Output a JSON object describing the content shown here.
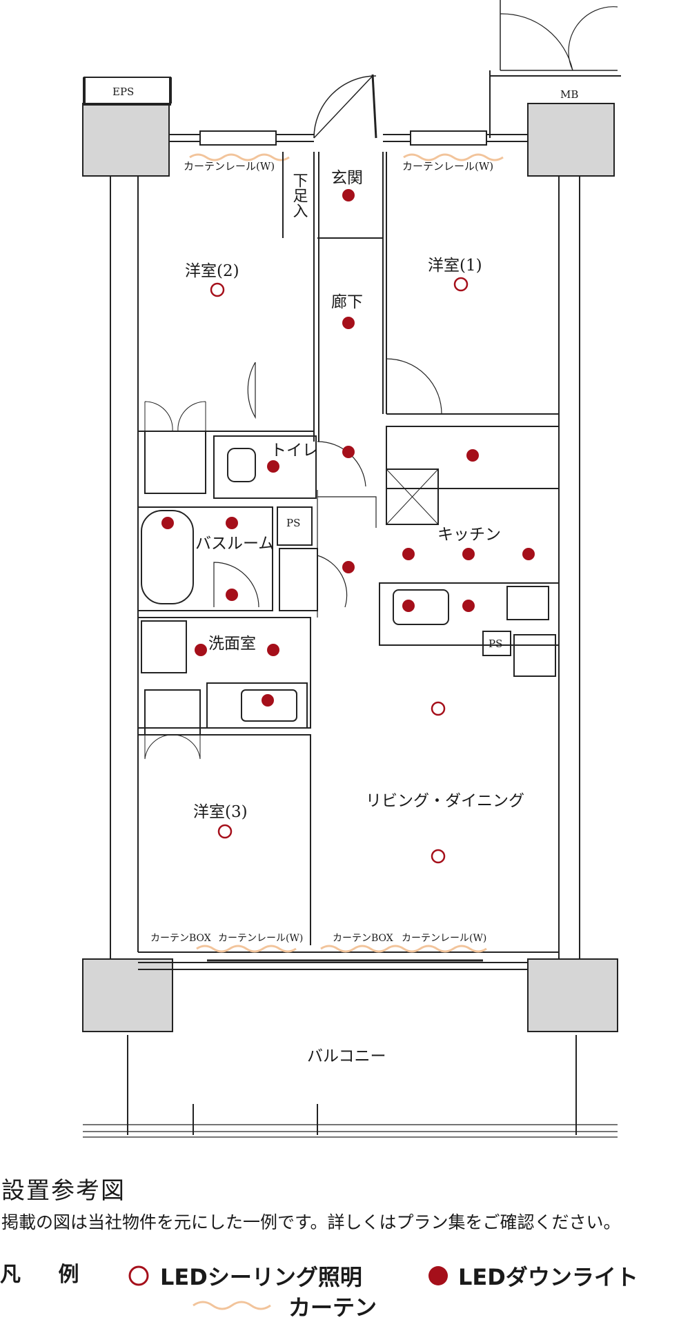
{
  "rooms": {
    "eps": "EPS",
    "mb": "MB",
    "curtain_rail_w_left": "カーテンレール(W)",
    "curtain_rail_w_right": "カーテンレール(W)",
    "shoe_storage": "下足入",
    "entrance": "玄関",
    "western_room_2": "洋室(2)",
    "western_room_1": "洋室(1)",
    "hallway": "廊下",
    "toilet": "トイレ",
    "ps_top": "PS",
    "bathroom": "バスルーム",
    "kitchen": "キッチン",
    "ps_kitchen": "PS",
    "washroom": "洗面室",
    "western_room_3": "洋室(3)",
    "living_dining": "リビング・ダイニング",
    "curtain_box_left": "カーテンBOX",
    "curtain_rail_bottom_left": "カーテンレール(W)",
    "curtain_box_right": "カーテンBOX",
    "curtain_rail_bottom_right": "カーテンレール(W)",
    "balcony": "バルコニー"
  },
  "caption": {
    "title": "設置参考図",
    "note": "掲載の図は当社物件を元にした一例です。詳しくはプラン集をご確認ください。"
  },
  "legend": {
    "heading": "凡 例",
    "ceiling_light": "LEDシーリング照明",
    "downlight": "LEDダウンライト",
    "curtain": "カーテン"
  },
  "colors": {
    "downlight": "#a50f1a",
    "curtain": "#f2c49b",
    "wall": "#d6d6d6",
    "line": "#222222"
  }
}
